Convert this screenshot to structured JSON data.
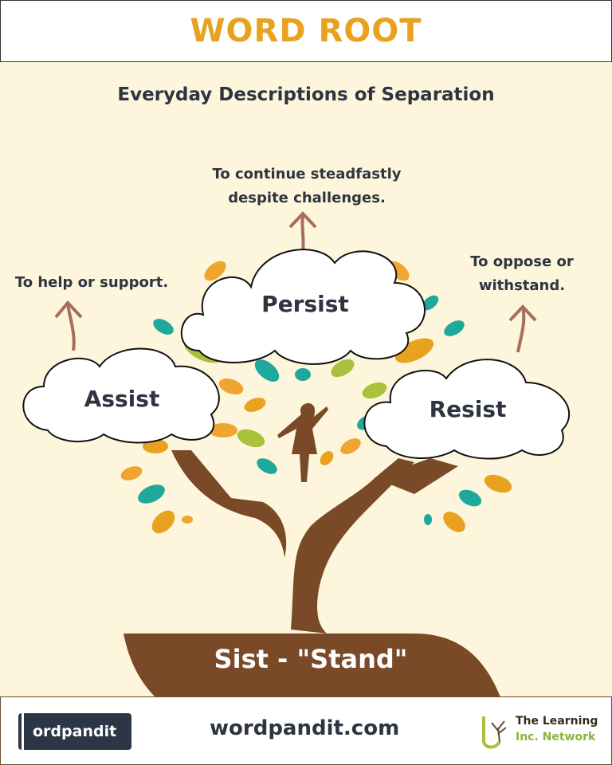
{
  "header": {
    "title": "WORD ROOT"
  },
  "subtitle": "Everyday Descriptions of Separation",
  "words": [
    {
      "word": "Persist",
      "meaning_lines": [
        "To continue steadfastly",
        "despite challenges."
      ]
    },
    {
      "word": "Assist",
      "meaning_lines": [
        "To help or support."
      ]
    },
    {
      "word": "Resist",
      "meaning_lines": [
        "To oppose or",
        "withstand."
      ]
    }
  ],
  "root": "Sist - \"Stand\"",
  "footer": {
    "logo_text": "ordpandit",
    "site": "wordpandit.com",
    "partner_line1": "The Learning",
    "partner_line2": "Inc. Network"
  },
  "colors": {
    "title": "#E9A21F",
    "text": "#2E3440",
    "brown": "#7A4A28",
    "background": "#FDF6DC",
    "teal": "#1FA99A",
    "green": "#A8C23A",
    "orange": "#E9A21F"
  }
}
